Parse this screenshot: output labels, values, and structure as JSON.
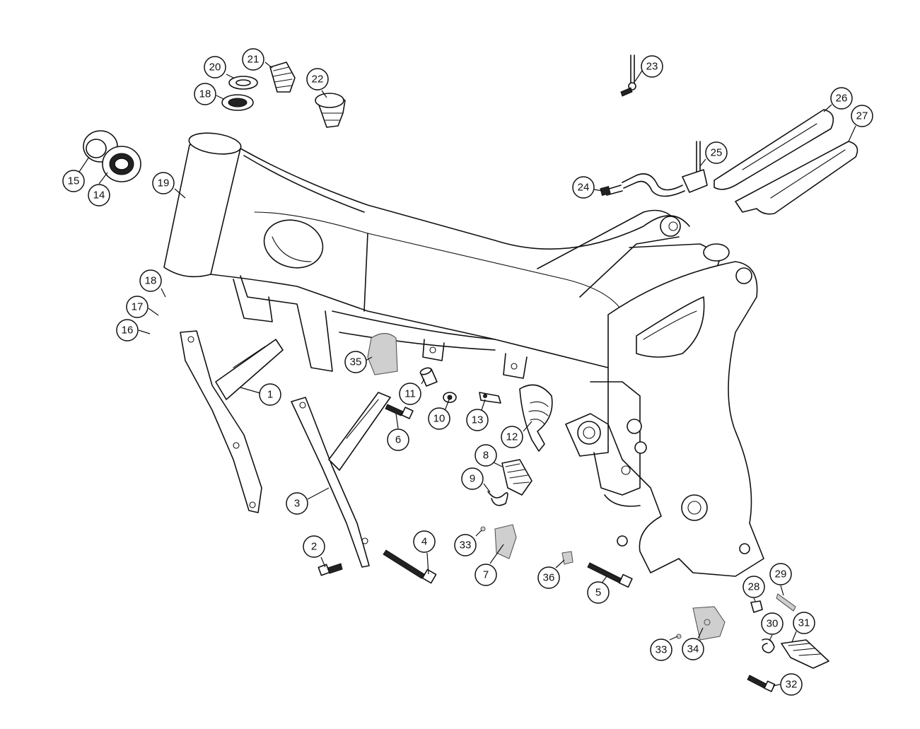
{
  "callouts": [
    {
      "label": "1"
    },
    {
      "label": "2"
    },
    {
      "label": "3"
    },
    {
      "label": "4"
    },
    {
      "label": "5"
    },
    {
      "label": "6"
    },
    {
      "label": "7"
    },
    {
      "label": "8"
    },
    {
      "label": "9"
    },
    {
      "label": "10"
    },
    {
      "label": "11"
    },
    {
      "label": "12"
    },
    {
      "label": "13"
    },
    {
      "label": "14"
    },
    {
      "label": "15"
    },
    {
      "label": "16"
    },
    {
      "label": "17"
    },
    {
      "label": "18"
    },
    {
      "label": "18"
    },
    {
      "label": "19"
    },
    {
      "label": "20"
    },
    {
      "label": "21"
    },
    {
      "label": "22"
    },
    {
      "label": "23"
    },
    {
      "label": "24"
    },
    {
      "label": "25"
    },
    {
      "label": "26"
    },
    {
      "label": "27"
    },
    {
      "label": "28"
    },
    {
      "label": "29"
    },
    {
      "label": "30"
    },
    {
      "label": "31"
    },
    {
      "label": "32"
    },
    {
      "label": "33"
    },
    {
      "label": "33"
    },
    {
      "label": "34"
    },
    {
      "label": "35"
    },
    {
      "label": "36"
    }
  ]
}
